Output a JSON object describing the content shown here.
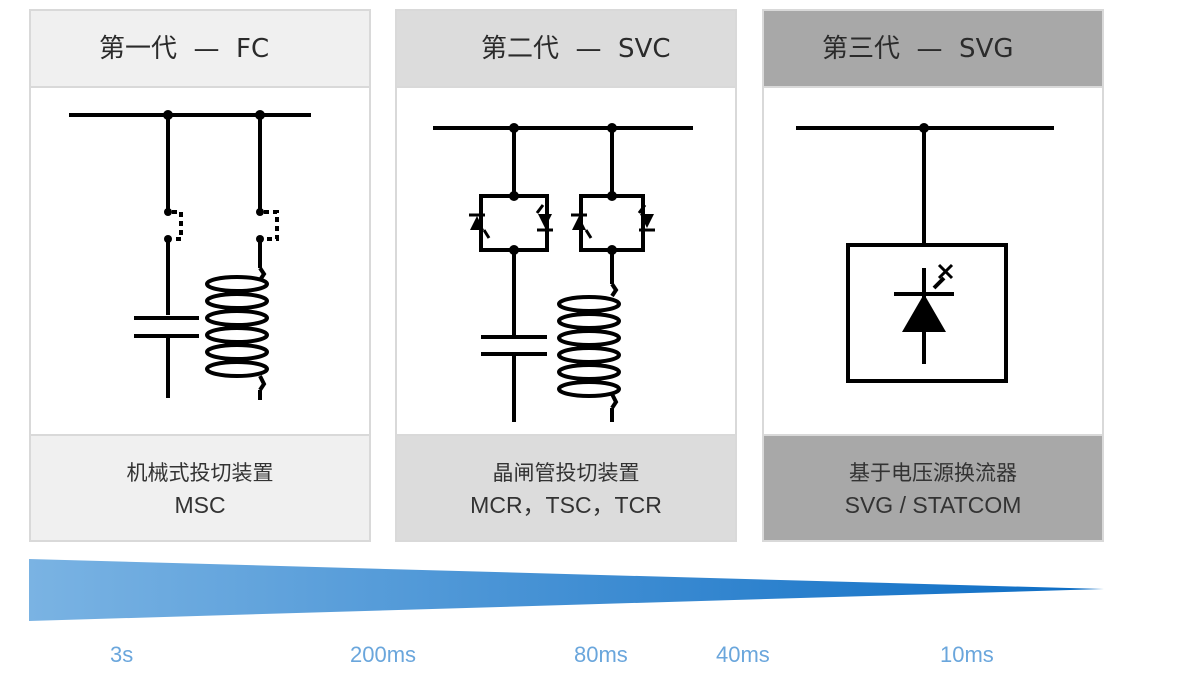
{
  "panels": [
    {
      "title": "第一代  —  FC",
      "caption_line1": "机械式投切装置",
      "caption_line2": "MSC",
      "head_color": "#f0f0f0"
    },
    {
      "title": "第二代  —  SVC",
      "caption_line1": "晶闸管投切装置",
      "caption_line2": "MCR，TSC，TCR",
      "head_color": "#dcdcdc"
    },
    {
      "title": "第三代  —  SVG",
      "caption_line1": "基于电压源换流器",
      "caption_line2": "SVG / STATCOM",
      "head_color": "#a8a8a8"
    }
  ],
  "timeline": {
    "gradient_start": "#7ab3e3",
    "gradient_end": "#0b6cc4",
    "labels": [
      "3s",
      "200ms",
      "80ms",
      "40ms",
      "10ms"
    ],
    "label_color": "#6aa6dc"
  }
}
